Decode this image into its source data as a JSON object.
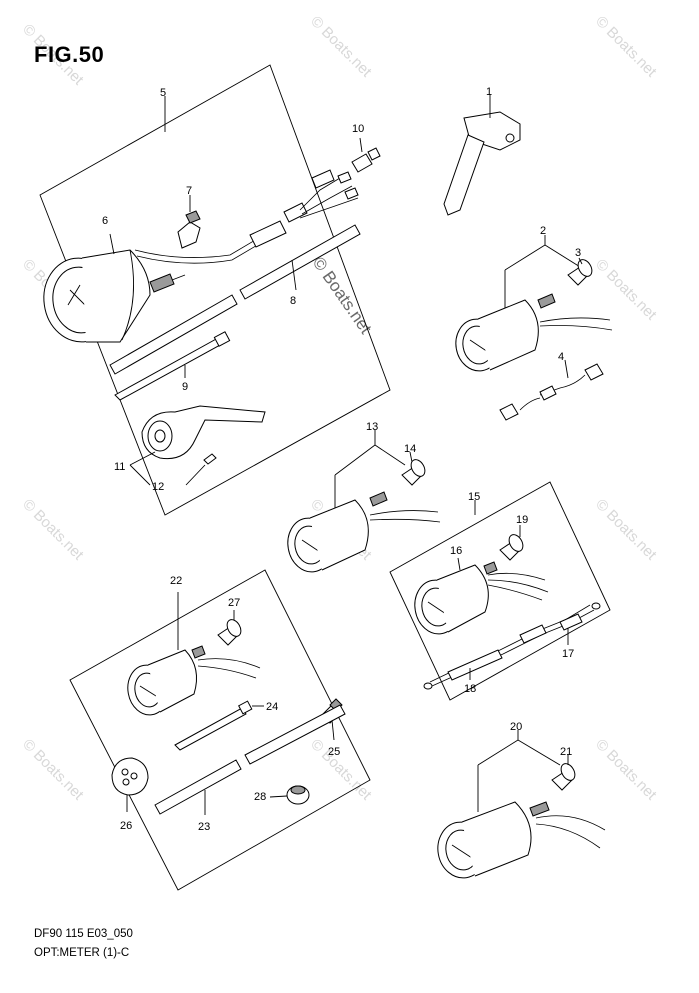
{
  "figure": {
    "title": "FIG.50",
    "code": "DF90 115 E03_050",
    "name": "OPT:METER (1)-C"
  },
  "watermark": {
    "text": "© Boats.net"
  },
  "callouts": [
    "1",
    "2",
    "3",
    "4",
    "5",
    "6",
    "7",
    "8",
    "9",
    "10",
    "11",
    "12",
    "13",
    "14",
    "15",
    "16",
    "17",
    "18",
    "19",
    "20",
    "21",
    "22",
    "23",
    "24",
    "25",
    "26",
    "27",
    "28"
  ]
}
